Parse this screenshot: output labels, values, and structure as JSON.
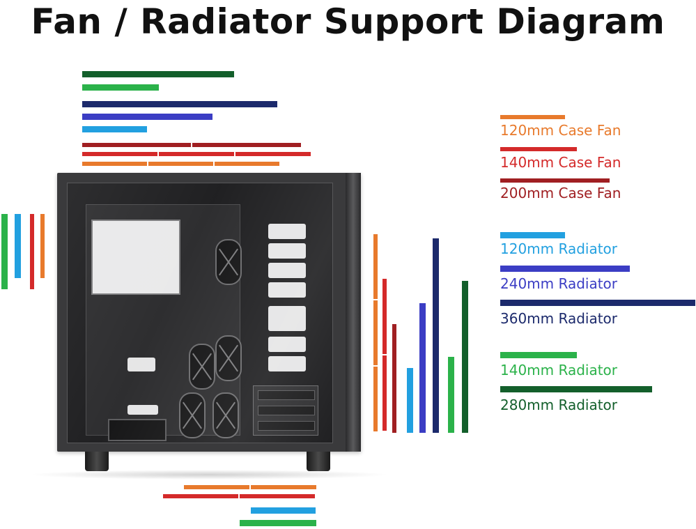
{
  "title": "Fan / Radiator Support Diagram",
  "colors": {
    "fan_120": "#e87a2c",
    "fan_140": "#d42a2a",
    "fan_200": "#a01f22",
    "rad_120": "#22a0e0",
    "rad_240": "#3b3dc4",
    "rad_360": "#1c2a6c",
    "rad_140": "#2bb24a",
    "rad_280": "#135f2b"
  },
  "legend": [
    {
      "key": "fan_120",
      "label": "120mm Case Fan",
      "color": "#e87a2c"
    },
    {
      "key": "fan_140",
      "label": "140mm Case Fan",
      "color": "#d42a2a"
    },
    {
      "key": "fan_200",
      "label": "200mm Case Fan",
      "color": "#a01f22"
    },
    {
      "key": "rad_120",
      "label": "120mm Radiator",
      "color": "#22a0e0"
    },
    {
      "key": "rad_240",
      "label": "240mm Radiator",
      "color": "#3b3dc4"
    },
    {
      "key": "rad_360",
      "label": "360mm Radiator",
      "color": "#1c2a6c"
    },
    {
      "key": "rad_140",
      "label": "140mm Radiator",
      "color": "#2bb24a"
    },
    {
      "key": "rad_280",
      "label": "280mm Radiator",
      "color": "#135f2b"
    }
  ],
  "mount_positions": {
    "top": [
      "rad_280",
      "rad_140",
      "rad_360",
      "rad_240",
      "rad_120",
      "fan_200",
      "fan_140",
      "fan_120"
    ],
    "rear": [
      "rad_140",
      "rad_120",
      "fan_140",
      "fan_120"
    ],
    "front": [
      "fan_120",
      "fan_140",
      "fan_200",
      "rad_120",
      "rad_240",
      "rad_360",
      "rad_140",
      "rad_280"
    ],
    "bottom": [
      "fan_120",
      "fan_140",
      "rad_120",
      "rad_140"
    ]
  },
  "case": {
    "image_description": ""
  }
}
